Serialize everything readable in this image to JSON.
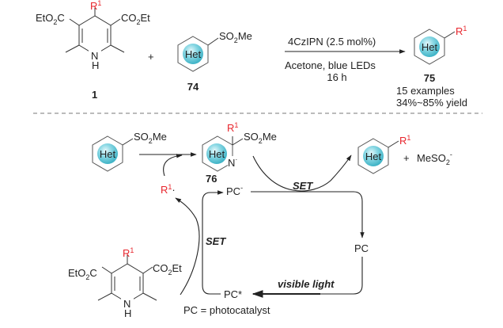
{
  "reaction": {
    "reactant_1": {
      "label": "1",
      "substituent": "R",
      "substituent_sup": "1",
      "left_ester": "EtO",
      "left_ester_sub": "2",
      "left_ester_end": "C",
      "right_ester": "CO",
      "right_ester_sub": "2",
      "right_ester_end": "Et",
      "n_atom": "N",
      "h_atom": "H"
    },
    "plus": "+",
    "reactant_2": {
      "label": "74",
      "ring_label": "Het",
      "group": "SO",
      "group_sub": "2",
      "group_end": "Me"
    },
    "conditions": {
      "above_arrow": "4CzIPN (2.5 mol%)",
      "below_line_1": "Acetone, blue LEDs",
      "below_line_2": "16 h"
    },
    "product": {
      "label": "75",
      "ring_label": "Het",
      "substituent": "R",
      "substituent_sup": "1",
      "scope": "15 examples",
      "yield": "34%~85% yield"
    }
  },
  "mechanism": {
    "start": {
      "ring_label": "Het",
      "group": "SO",
      "group_sub": "2",
      "group_end": "Me"
    },
    "intermediate": {
      "label": "76",
      "ring_label": "Het",
      "substituent": "R",
      "substituent_sup": "1",
      "group": "SO",
      "group_sub": "2",
      "group_end": "Me",
      "n_atom": "N",
      "radical_dot": "·"
    },
    "radical": {
      "text": "R",
      "sup": "1",
      "dot": "·"
    },
    "product": {
      "ring_label": "Het",
      "substituent": "R",
      "substituent_sup": "1",
      "byproduct_plus": "+",
      "byproduct": "MeSO",
      "byproduct_sub": "2",
      "byproduct_charge": "-"
    },
    "cycle": {
      "pc_minus": "PC",
      "pc_minus_charge": "-",
      "pc": "PC",
      "pc_star": "PC*",
      "set_top": "SET",
      "set_left": "SET",
      "light": "visible light",
      "legend": "PC = photocatalyst"
    },
    "hantzsch": {
      "substituent": "R",
      "substituent_sup": "1",
      "left_ester": "EtO",
      "left_ester_sub": "2",
      "left_ester_end": "C",
      "right_ester": "CO",
      "right_ester_sub": "2",
      "right_ester_end": "Et",
      "n_atom": "N",
      "h_atom": "H"
    }
  },
  "colors": {
    "substituent_red": "#e8262d",
    "het_fill": "#5cc6d6",
    "het_highlight": "#d8f4f8"
  }
}
